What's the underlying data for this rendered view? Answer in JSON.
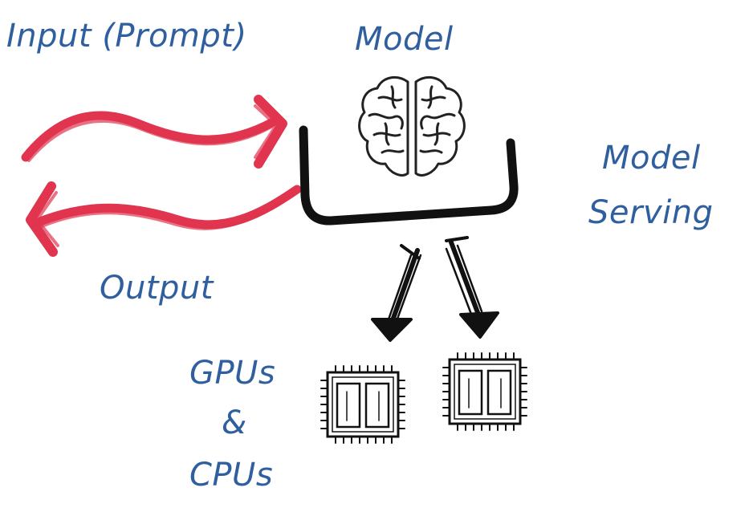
{
  "labels": {
    "input": "Input (Prompt)",
    "model": "Model",
    "model_serving_line1": "Model",
    "model_serving_line2": "Serving",
    "output": "Output",
    "hardware_line1": "GPUs",
    "hardware_line2": "&",
    "hardware_line3": "CPUs"
  },
  "icons": {
    "model": "brain-icon",
    "hardware": "chip-icon",
    "serving": "bracket-container",
    "flow_in": "arrow-right-icon",
    "flow_out": "arrow-left-icon"
  },
  "colors": {
    "text": "#2f5f9e",
    "arrow": "#e0344f",
    "ink": "#111111"
  }
}
